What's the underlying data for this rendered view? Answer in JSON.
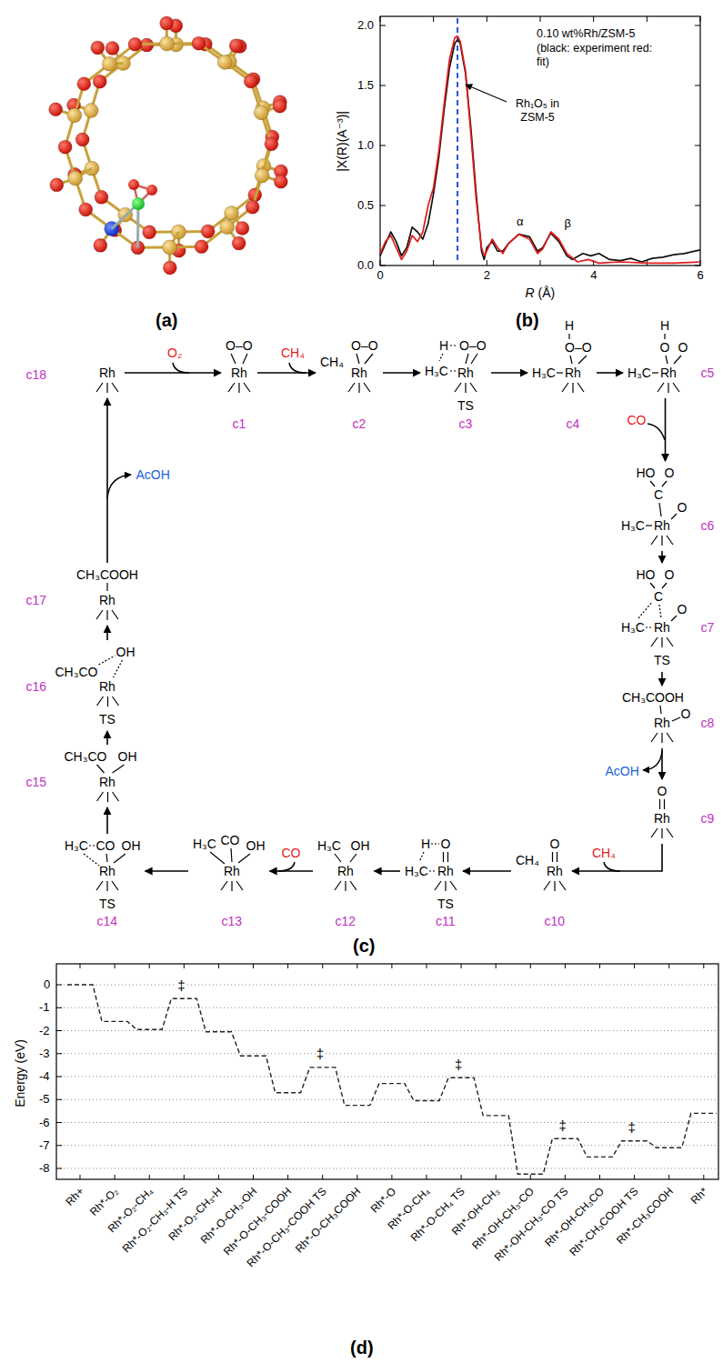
{
  "diagram": {
    "nodes": [
      {
        "text": [
          "Rh"
        ]
      },
      {
        "text": [
          "O–O",
          "Rh"
        ]
      },
      {
        "text": [
          "CH₄",
          "O–O",
          "Rh"
        ]
      },
      {
        "text": [
          "H",
          "O–O",
          "H₃C",
          "Rh",
          "TS"
        ]
      },
      {
        "text": [
          "H",
          "O–O",
          "H₃C",
          "Rh"
        ]
      },
      {
        "text": [
          "H",
          "O",
          "O",
          "H₃C",
          "Rh"
        ]
      },
      {
        "text": [
          "HO",
          "O",
          "C",
          "O",
          "H₃C",
          "Rh"
        ]
      },
      {
        "text": [
          "HO",
          "O",
          "C",
          "O",
          "H₃C",
          "Rh",
          "TS"
        ]
      },
      {
        "text": [
          "CH₃COOH",
          "O",
          "Rh"
        ]
      },
      {
        "text": [
          "O",
          "Rh"
        ]
      },
      {
        "text": [
          "CH₄",
          "O",
          "Rh"
        ]
      },
      {
        "text": [
          "H",
          "O",
          "H₃C",
          "Rh",
          "TS"
        ]
      },
      {
        "text": [
          "H₃C",
          "OH",
          "Rh"
        ]
      },
      {
        "text": [
          "H₃C",
          "CO",
          "OH",
          "Rh"
        ]
      },
      {
        "text": [
          "H₃C",
          "CO",
          "OH",
          "Rh",
          "TS"
        ]
      },
      {
        "text": [
          "CH₃CO",
          "OH",
          "Rh"
        ]
      },
      {
        "text": [
          "OH",
          "CH₃CO",
          "Rh",
          "TS"
        ]
      },
      {
        "text": [
          "CH₃COOH",
          "Rh"
        ]
      }
    ],
    "edges": [
      {
        "from": 0,
        "to": 1,
        "arrow": "to"
      },
      {
        "from": 1,
        "to": 2,
        "arrow": "to"
      },
      {
        "from": 2,
        "to": 3,
        "arrow": "to"
      },
      {
        "from": 3,
        "to": 4,
        "arrow": "to"
      },
      {
        "from": 4,
        "to": 5,
        "arrow": "to"
      },
      {
        "from": 5,
        "to": 6,
        "arrow": "to"
      },
      {
        "from": 6,
        "to": 7,
        "arrow": "to"
      },
      {
        "from": 7,
        "to": 8,
        "arrow": "to"
      },
      {
        "from": 8,
        "to": 9,
        "arrow": "to"
      },
      {
        "from": 9,
        "to": 10,
        "arrow": "to"
      },
      {
        "from": 10,
        "to": 11,
        "arrow": "to"
      },
      {
        "from": 11,
        "to": 12,
        "arrow": "to"
      },
      {
        "from": 12,
        "to": 13,
        "arrow": "to"
      },
      {
        "from": 13,
        "to": 14,
        "arrow": "to"
      },
      {
        "from": 14,
        "to": 15,
        "arrow": "to"
      },
      {
        "from": 15,
        "to": 16,
        "arrow": "to"
      },
      {
        "from": 16,
        "to": 17,
        "arrow": "to"
      },
      {
        "from": 17,
        "to": 0,
        "arrow": "to"
      }
    ],
    "labels": [
      "(a)",
      "(b)",
      "0.10 wt%Rh/ZSM-5 (black: experiment red: fit)",
      "Rh₁O₅ in ZSM-5",
      "α",
      "β",
      "0.0",
      "0.5",
      "1.0",
      "1.5",
      "2.0",
      "0",
      "2",
      "4",
      "6",
      "|X(R)(A⁻³)|",
      "R (Å)",
      "(c)",
      "c18",
      "c1",
      "c2",
      "c3",
      "c4",
      "c5",
      "c6",
      "c7",
      "c8",
      "c9",
      "c10",
      "c11",
      "c12",
      "c13",
      "c14",
      "c15",
      "c16",
      "c17",
      "O₂",
      "CH₄",
      "CO",
      "AcOH",
      "CH₄",
      "CO",
      "AcOH",
      "(d)",
      "0",
      "-1",
      "-2",
      "-3",
      "-4",
      "-5",
      "-6",
      "-7",
      "-8",
      "Energy (eV)",
      "Rh+",
      "Rh*-O₂",
      "Rh*-O₂-CH₄",
      "Rh*-O₂-CH₃-H TS",
      "Rh*-O₂-CH₃-H",
      "Rh*-O-CH₃-OH",
      "Rh*-O-CH₃-COOH",
      "Rh*-O-CH₃-COOH TS",
      "Rh*-O-CH₃COOH",
      "Rh*-O",
      "Rh*-O-CH₄",
      "Rh*-O-CH₄ TS",
      "Rh*-OH-CH₃",
      "Rh*-OH-CH₃-CO",
      "Rh*-OH-CH₃-CO TS",
      "Rh*-OH-CH₃CO",
      "Rh*-CH₃COOH TS",
      "Rh*-CH₃COOH",
      "Rh*",
      "‡",
      "‡",
      "‡",
      "‡",
      "‡"
    ]
  }
}
